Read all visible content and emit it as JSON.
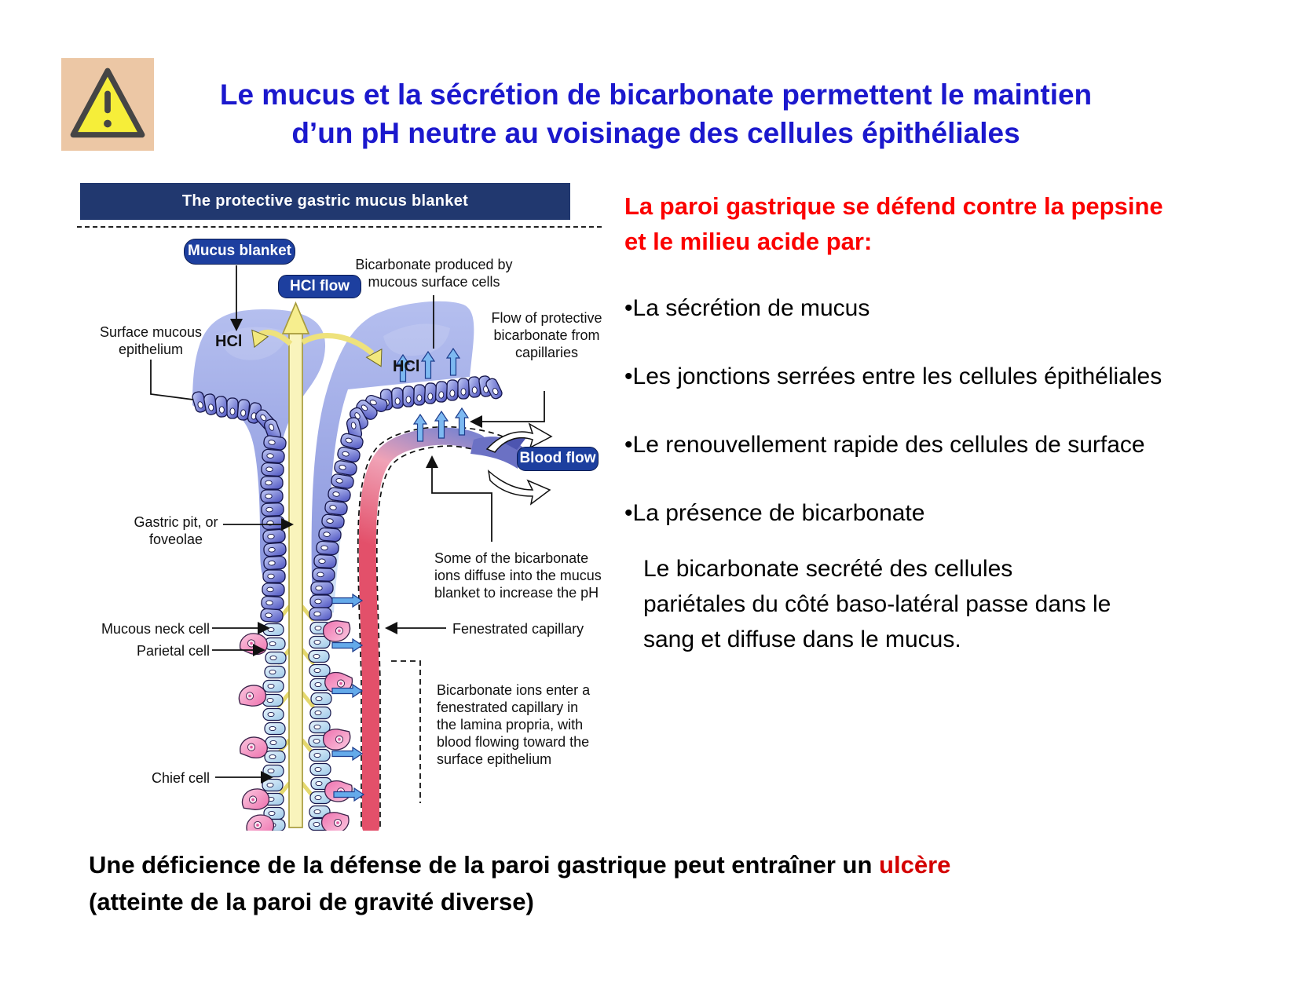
{
  "slide": {
    "title": {
      "line1": "Le mucus et la sécrétion de bicarbonate permettent le maintien",
      "line2": "d’un pH neutre au voisinage des cellules épithéliales",
      "color": "#1b18cd"
    },
    "footer": {
      "line1_text": "Une déficience de la défense de la paroi gastrique peut entraîner un ",
      "line1_highlight": "ulcère",
      "line2": "(atteinte de la paroi de gravité diverse)",
      "highlight_color": "#d40000"
    }
  },
  "warning_icon": {
    "name": "warning-triangle",
    "bg": "#ecc7a5",
    "triangle_fill": "#f6ee39",
    "stroke": "#454545"
  },
  "figure": {
    "banner": {
      "text": "The protective gastric mucus blanket",
      "bg": "#21386f",
      "fg": "#ffffff"
    },
    "badges": {
      "mucus_blanket": "Mucus blanket",
      "hcl_flow": "HCl flow",
      "blood_flow": "Blood flow",
      "bg": "#1d3f9f",
      "fg": "#ffffff"
    },
    "labels": {
      "bicarbonate_produced": "Bicarbonate produced by mucous surface cells",
      "surface_mucous_epithelium": "Surface mucous epithelium",
      "hcl_left": "HCl",
      "hcl_right": "HCl",
      "flow_protective": "Flow of protective bicarbonate from capillaries",
      "gastric_pit": "Gastric pit, or foveolae",
      "some_bicarbonate": "Some of the bicarbonate ions diffuse into the mucus blanket  to increase the pH",
      "fenestrated_capillary": "Fenestrated capillary",
      "bicarbonate_ions_enter": "Bicarbonate ions enter a fenestrated capillary in the lamina propria, with blood flowing toward the surface epithelium",
      "mucous_neck_cell": "Mucous neck cell",
      "parietal_cell": "Parietal cell",
      "chief_cell": "Chief cell"
    },
    "colors": {
      "mucus": "#99a5e2",
      "cell_dark": "#4a50bf",
      "cell_light": "#9cc8e8",
      "parietal_pink": "#ee71ae",
      "capillary_red": "#e3506a",
      "hcl_channel_yellow": "#f9f4bc",
      "bicarbonate_arrow_blue": "#6cb0ee"
    }
  },
  "right_panel": {
    "heading": "La paroi gastrique se défend contre la pepsine et le milieu acide par:",
    "heading_color": "#fb0100",
    "bullets": [
      "La sécrétion de mucus",
      "Les jonctions serrées entre les cellules épithéliales",
      "Le renouvellement rapide des cellules de surface",
      "La présence de bicarbonate"
    ],
    "note": "Le bicarbonate secrété des cellules pariétales du côté baso-latéral passe dans le sang et diffuse dans le mucus."
  }
}
